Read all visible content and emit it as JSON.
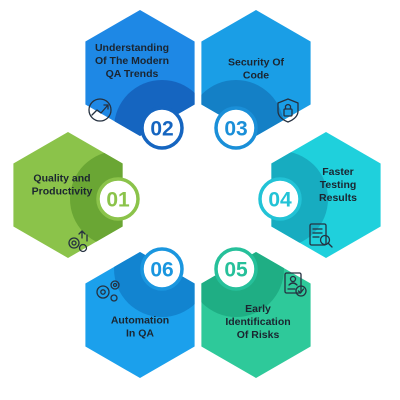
{
  "steps": [
    {
      "number": "01",
      "lines": [
        "Quality and",
        "Productivity"
      ],
      "icon": "gears-growth-icon",
      "colors": {
        "light": "#8bc34a",
        "dark": "#6aa634",
        "ring": "#8bc34a"
      }
    },
    {
      "number": "02",
      "lines": [
        "Understanding",
        "Of The Modern",
        "QA Trends"
      ],
      "icon": "trend-chart-icon",
      "colors": {
        "light": "#1e88e5",
        "dark": "#1565c0",
        "ring": "#1565c0"
      }
    },
    {
      "number": "03",
      "lines": [
        "Security Of",
        "Code"
      ],
      "icon": "shield-lock-icon",
      "colors": {
        "light": "#1a9ee6",
        "dark": "#1480c6",
        "ring": "#1a8fd8"
      }
    },
    {
      "number": "04",
      "lines": [
        "Faster",
        "Testing",
        "Results"
      ],
      "icon": "checklist-search-icon",
      "colors": {
        "light": "#1fd0dc",
        "dark": "#17acc0",
        "ring": "#22c3d6"
      }
    },
    {
      "number": "05",
      "lines": [
        "Early",
        "Identification",
        "Of Risks"
      ],
      "icon": "id-card-check-icon",
      "colors": {
        "light": "#2ec99a",
        "dark": "#1fae84",
        "ring": "#26c09a"
      }
    },
    {
      "number": "06",
      "lines": [
        "Automation",
        "In QA"
      ],
      "icon": "gears-automation-icon",
      "colors": {
        "light": "#1ba0ec",
        "dark": "#1284d0",
        "ring": "#1a96df"
      }
    }
  ]
}
